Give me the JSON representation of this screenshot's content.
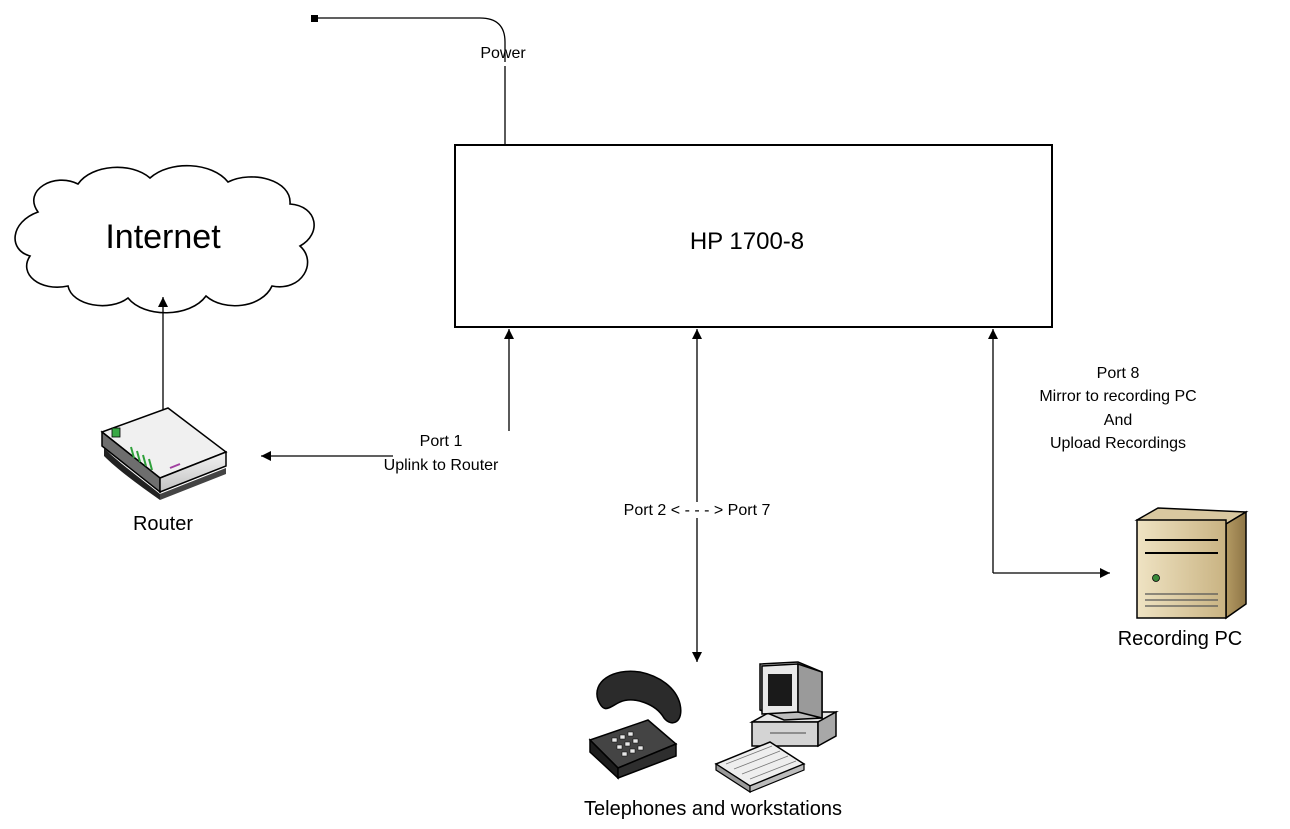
{
  "nodes": {
    "internet": {
      "label": "Internet"
    },
    "switch": {
      "label": "HP 1700-8"
    },
    "router": {
      "label": "Router"
    },
    "recording_pc": {
      "label": "Recording PC"
    },
    "endpoints": {
      "label": "Telephones and workstations"
    }
  },
  "edges": {
    "power": {
      "label": "Power"
    },
    "port1": {
      "line1": "Port 1",
      "line2": "Uplink to Router"
    },
    "port2_7": {
      "label": "Port 2 < - - - > Port 7"
    },
    "port8": {
      "line1": "Port 8",
      "line2": "Mirror to recording PC",
      "line3": "And",
      "line4": "Upload Recordings"
    }
  }
}
